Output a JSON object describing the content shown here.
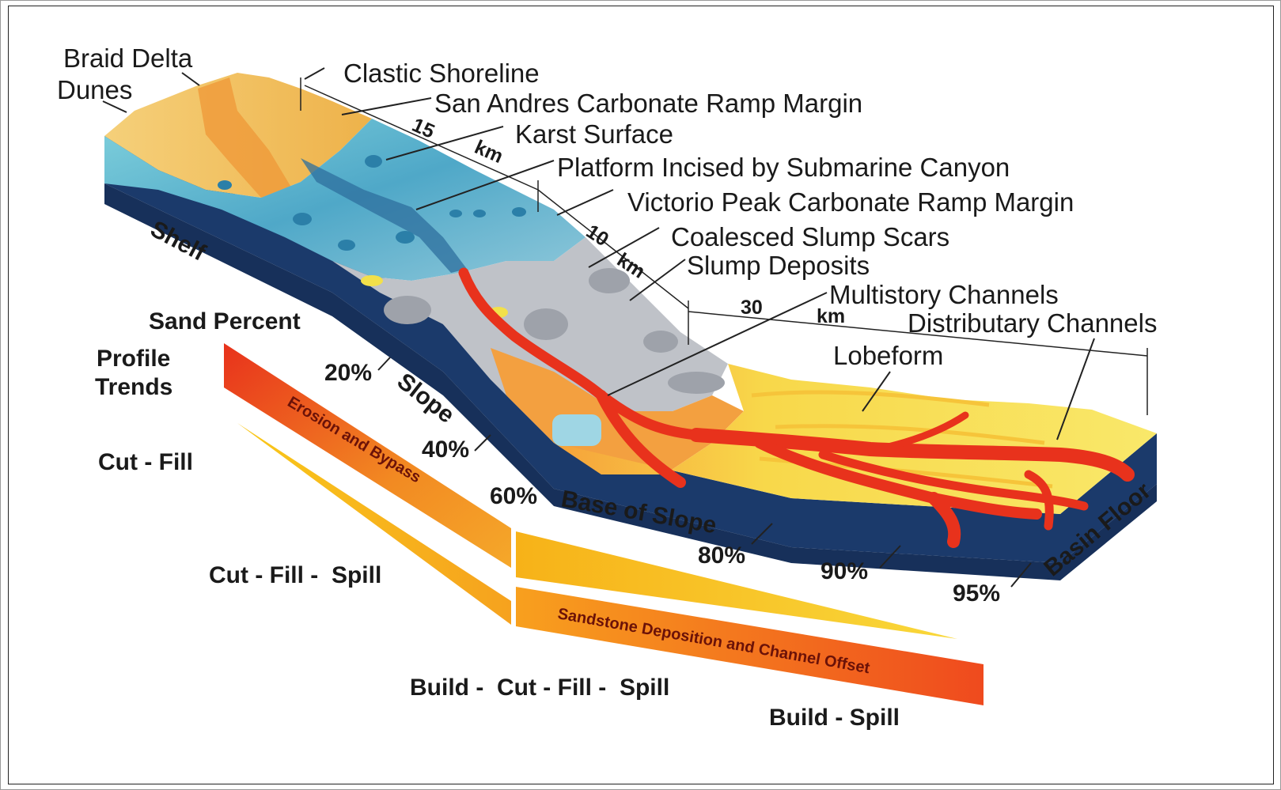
{
  "labels": {
    "braid_delta": "Braid Delta",
    "dunes": "Dunes",
    "clastic_shoreline": "Clastic Shoreline",
    "san_andres": "San Andres Carbonate Ramp Margin",
    "karst_surface": "Karst Surface",
    "platform_incised": "Platform Incised by Submarine Canyon",
    "victorio_peak": "Victorio Peak Carbonate Ramp Margin",
    "coalesced_slump": "Coalesced Slump Scars",
    "slump_deposits": "Slump Deposits",
    "multistory_channels": "Multistory Channels",
    "distributary_channels": "Distributary Channels",
    "lobeform": "Lobeform"
  },
  "distances": {
    "d1_value": "15",
    "d1_unit": "km",
    "d2_value": "10",
    "d2_unit": "km",
    "d3_value": "30",
    "d3_unit": "km"
  },
  "zones": {
    "shelf": "Shelf",
    "slope": "Slope",
    "base_of_slope": "Base of Slope",
    "basin_floor": "Basin Floor"
  },
  "sand_percent": {
    "title": "Sand Percent",
    "values": [
      "20%",
      "40%",
      "60%",
      "80%",
      "90%",
      "95%"
    ]
  },
  "profile": {
    "title_line1": "Profile",
    "title_line2": "Trends",
    "trends": [
      "Cut - Fill",
      "Cut - Fill -  Spill",
      "Build -  Cut - Fill -  Spill",
      "Build - Spill"
    ]
  },
  "bands": {
    "erosion": "Erosion and Bypass",
    "sandstone": "Sandstone Deposition and Channel Offset"
  },
  "colors": {
    "block_side": "#1b3a6b",
    "shelf_top": "#5fb4cf",
    "upper_sand": "#f2c25a",
    "slope_gray": "#b9bcc2",
    "basin_yellow": "#f7e04a",
    "channel_red": "#e8321c",
    "band_orange": "#f07a1e",
    "band_yellow": "#f7c61a"
  }
}
